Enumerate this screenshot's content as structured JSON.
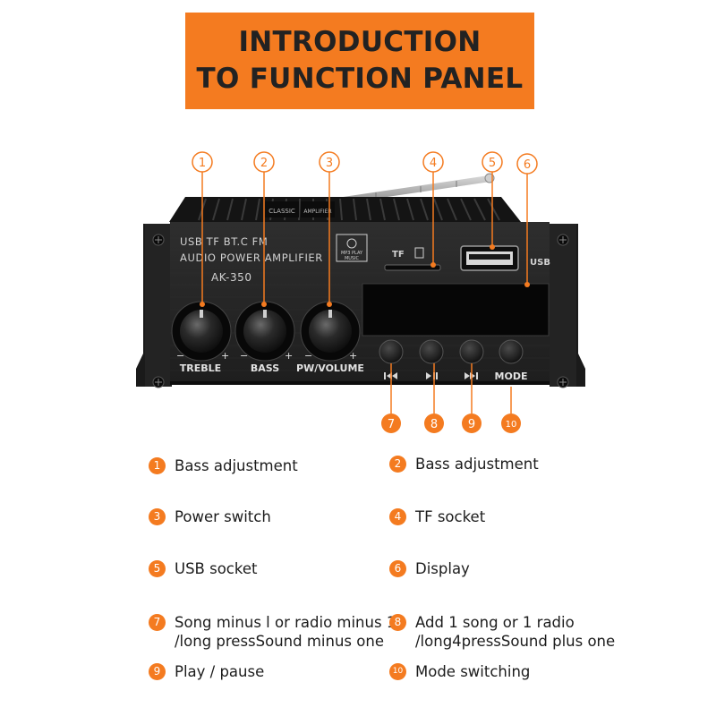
{
  "title": {
    "line1": "INTRODUCTION",
    "line2": "TO FUNCTION PANEL"
  },
  "device": {
    "top_label": "USB TF BT.C FM",
    "mid_label": "AUDIO POWER AMPLIFIER",
    "model": "AK-350",
    "mp3_logo_line1": "MP3 PLAY",
    "mp3_logo_line2": "MUSIC",
    "tf_label": "TF",
    "usb_label": "USB",
    "knob_labels": [
      "TREBLE",
      "BASS",
      "PW/VOLUME"
    ],
    "minus": "−",
    "plus": "+",
    "mode_label": "MODE",
    "side_brand_1": "CLASSIC",
    "side_brand_2": "AMPLIFIER"
  },
  "callouts": [
    "1",
    "2",
    "3",
    "4",
    "5",
    "6",
    "7",
    "8",
    "9",
    "10"
  ],
  "legend": [
    {
      "num": "1",
      "lines": [
        "Bass adjustment"
      ]
    },
    {
      "num": "2",
      "lines": [
        "Bass adjustment"
      ]
    },
    {
      "num": "3",
      "lines": [
        "Power switch"
      ]
    },
    {
      "num": "4",
      "lines": [
        "TF socket"
      ]
    },
    {
      "num": "5",
      "lines": [
        "USB socket"
      ]
    },
    {
      "num": "6",
      "lines": [
        "Display"
      ]
    },
    {
      "num": "7",
      "lines": [
        "Song minus l or radio minus 1",
        "/long pressSound minus one"
      ]
    },
    {
      "num": "8",
      "lines": [
        "Add 1 song or 1 radio",
        "/long4pressSound plus one"
      ]
    },
    {
      "num": "9",
      "lines": [
        "Play / pause"
      ]
    },
    {
      "num": "10",
      "lines": [
        "Mode switching"
      ]
    }
  ],
  "colors": {
    "accent": "#f47b20",
    "panel": "#2b2b2b",
    "panel_dark": "#161616",
    "text": "#1c1c1c"
  }
}
